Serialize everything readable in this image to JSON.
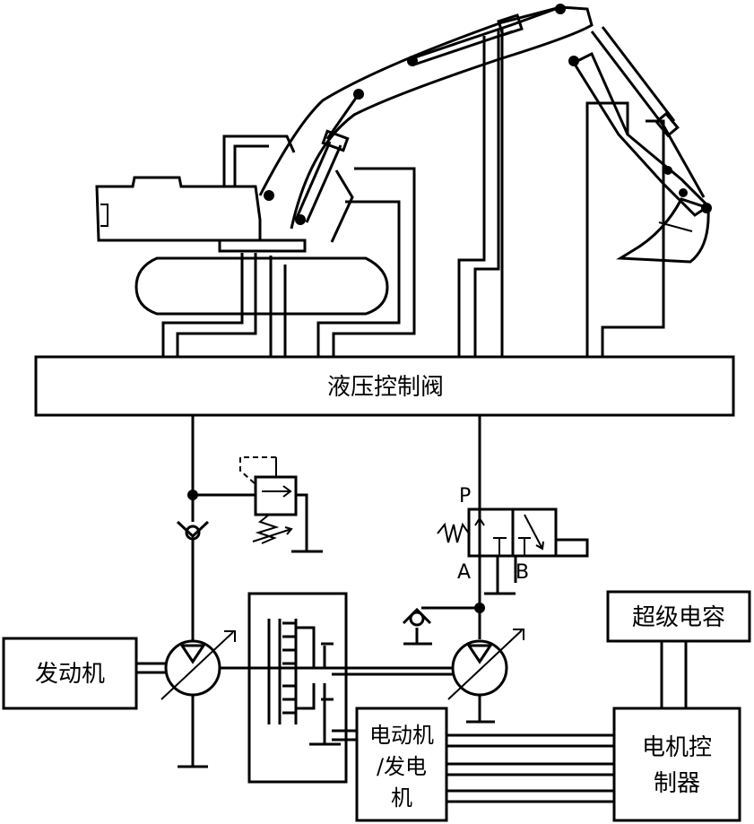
{
  "blocks": {
    "hydraulic_valve": "液压控制阀",
    "engine": "发动机",
    "supercapacitor": "超级电容",
    "motor_controller_l1": "电机控",
    "motor_controller_l2": "制器",
    "motor_generator_l1": "电动机",
    "motor_generator_l2": "/发电",
    "motor_generator_l3": "机"
  },
  "valve_ports": {
    "p": "P",
    "a": "A",
    "b": "B"
  }
}
